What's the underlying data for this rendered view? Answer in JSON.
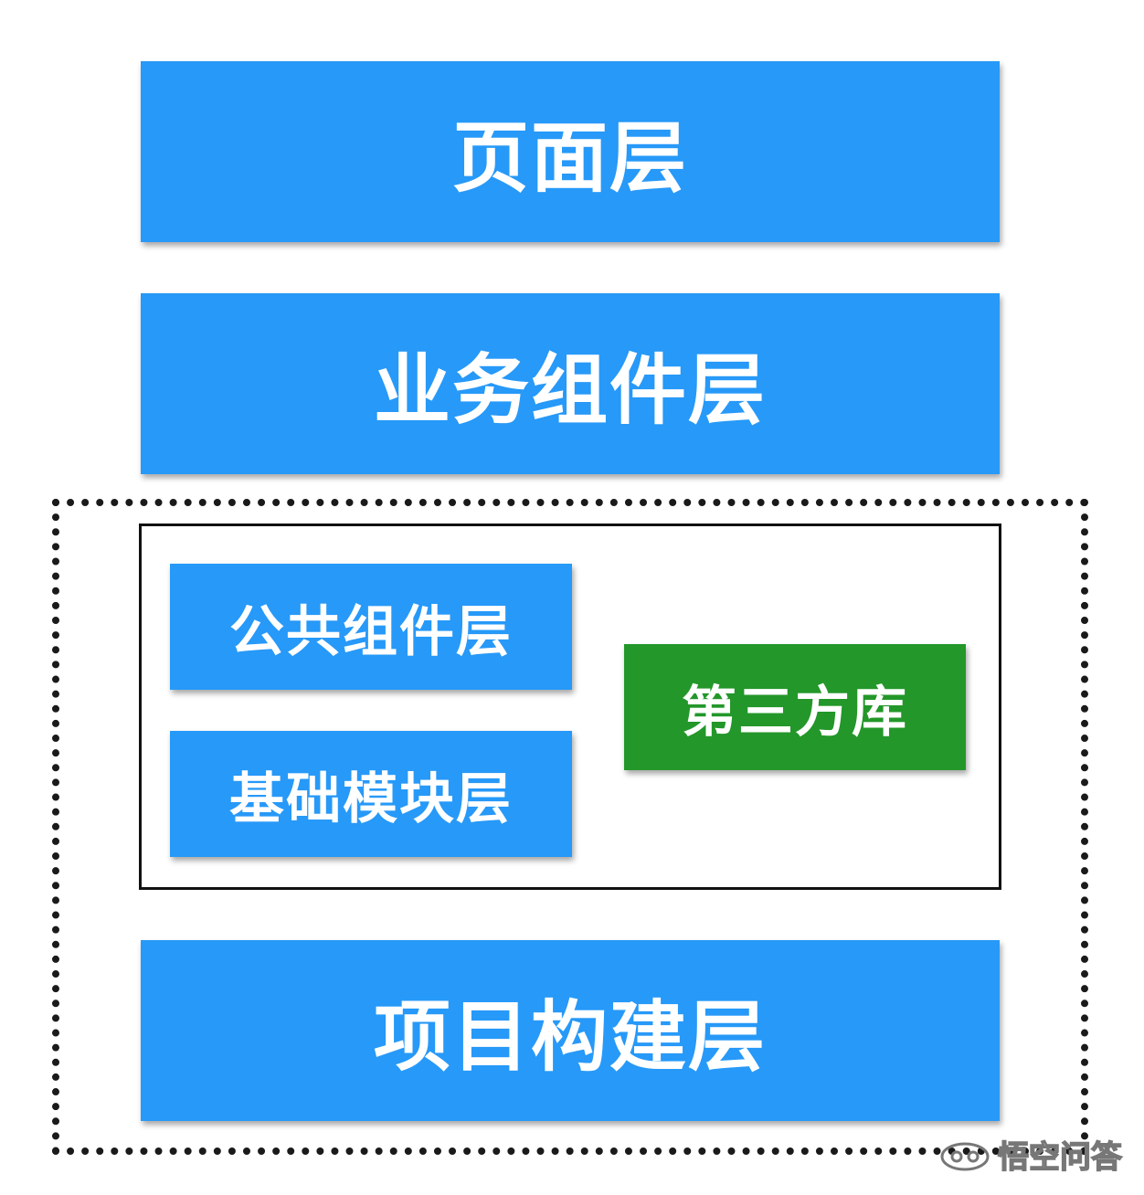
{
  "colors": {
    "blue": "#2799F8",
    "green": "#23972A",
    "text": "#FFFFFF"
  },
  "layers": {
    "page": "页面层",
    "business": "业务组件层",
    "common": "公共组件层",
    "base": "基础模块层",
    "third_party": "第三方库",
    "build": "项目构建层"
  },
  "watermark": {
    "text": "悟空问答",
    "icon": "wukong-logo-icon"
  }
}
